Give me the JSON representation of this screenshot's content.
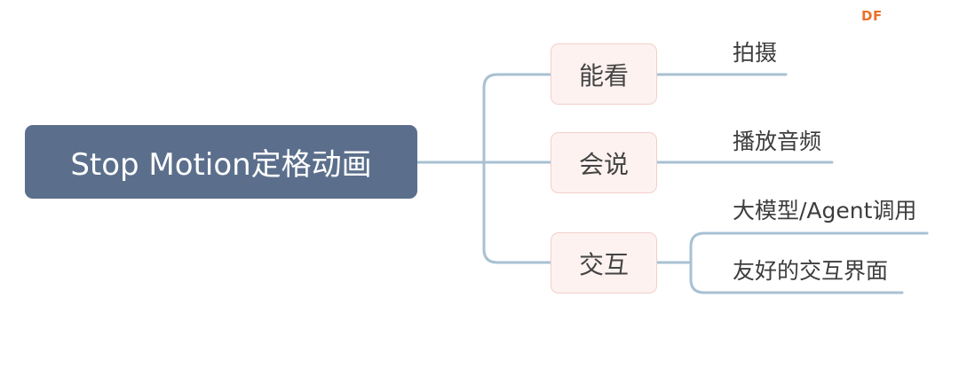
{
  "logo": {
    "text": "DF",
    "color": "#e8732c"
  },
  "root": {
    "label": "Stop Motion定格动画",
    "color": "#5b6f8c"
  },
  "branches": [
    {
      "label": "能看",
      "children": [
        "拍摄"
      ]
    },
    {
      "label": "会说",
      "children": [
        "播放音频"
      ]
    },
    {
      "label": "交互",
      "children": [
        "大模型/Agent调用",
        "友好的交互界面"
      ]
    }
  ],
  "colors": {
    "connector": "#a8c1d3",
    "node_fill": "#fdf2f0",
    "node_border": "#f2cfc9"
  }
}
